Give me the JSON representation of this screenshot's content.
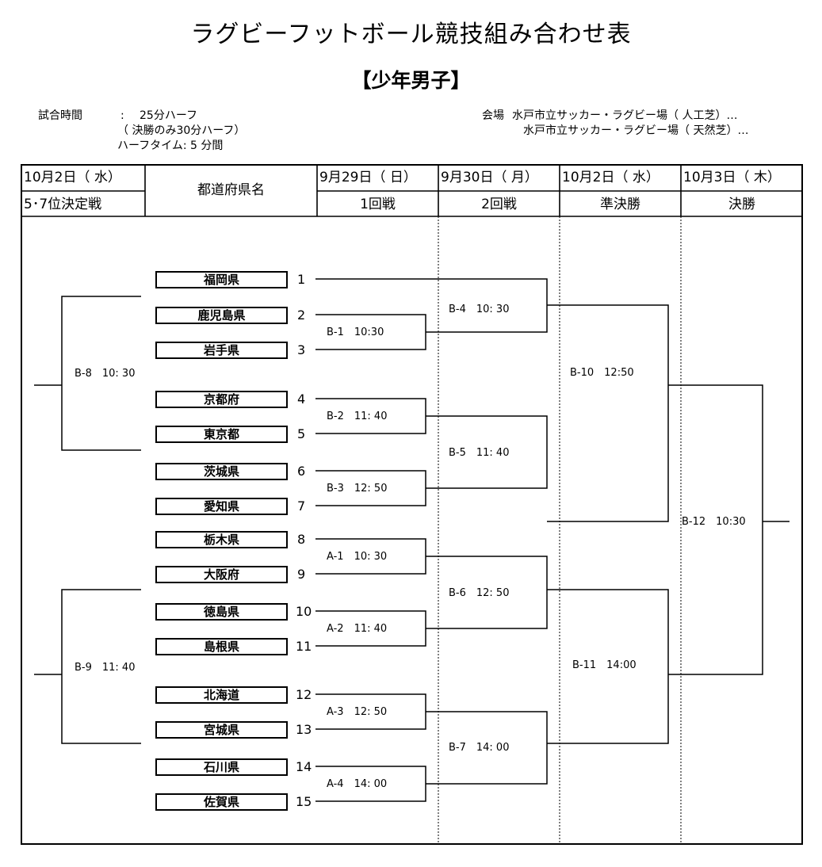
{
  "title": "ラグビーフットボール競技組み合わせ表",
  "subtitle": "【少年男子】",
  "info": {
    "match_time_label": "試合時間",
    "colon": ":",
    "match_time": "25分ハーフ",
    "final_note": "（ 決勝のみ30分ハーフ）",
    "halftime": "ハーフタイム: 5 分間",
    "venue_label": "会場",
    "venue1": "水戸市立サッカー・ラグビー場（ 人工芝）…",
    "venue2": "水戸市立サッカー・ラグビー場（ 天然芝）…"
  },
  "header": {
    "col1_date": "10月2日（ 水）",
    "col1_round": "5･7位決定戦",
    "col2_label": "都道府県名",
    "col3_date": "9月29日（ 日）",
    "col3_round": "1回戦",
    "col4_date": "9月30日（ 月）",
    "col4_round": "2回戦",
    "col5_date": "10月2日（ 水）",
    "col5_round": "準決勝",
    "col6_date": "10月3日（ 木）",
    "col6_round": "決勝"
  },
  "teams": [
    {
      "name": "福岡県",
      "seed": "1"
    },
    {
      "name": "鹿児島県",
      "seed": "2"
    },
    {
      "name": "岩手県",
      "seed": "3"
    },
    {
      "name": "京都府",
      "seed": "4"
    },
    {
      "name": "東京都",
      "seed": "5"
    },
    {
      "name": "茨城県",
      "seed": "6"
    },
    {
      "name": "愛知県",
      "seed": "7"
    },
    {
      "name": "栃木県",
      "seed": "8"
    },
    {
      "name": "大阪府",
      "seed": "9"
    },
    {
      "name": "徳島県",
      "seed": "10"
    },
    {
      "name": "島根県",
      "seed": "11"
    },
    {
      "name": "北海道",
      "seed": "12"
    },
    {
      "name": "宮城県",
      "seed": "13"
    },
    {
      "name": "石川県",
      "seed": "14"
    },
    {
      "name": "佐賀県",
      "seed": "15"
    }
  ],
  "matches": {
    "b1": "B-1　10:30",
    "b2": "B-2　11: 40",
    "b3": "B-3　12: 50",
    "a1": "A-1　10: 30",
    "a2": "A-2　11: 40",
    "a3": "A-3　12: 50",
    "a4": "A-4　14: 00",
    "b4": "B-4　10: 30",
    "b5": "B-5　11: 40",
    "b6": "B-6　12: 50",
    "b7": "B-7　14: 00",
    "b10": "B-10　12:50",
    "b11": "B-11　14:00",
    "b12": "B-12　10:30",
    "b8": "B-8　10: 30",
    "b9": "B-9　11: 40"
  }
}
